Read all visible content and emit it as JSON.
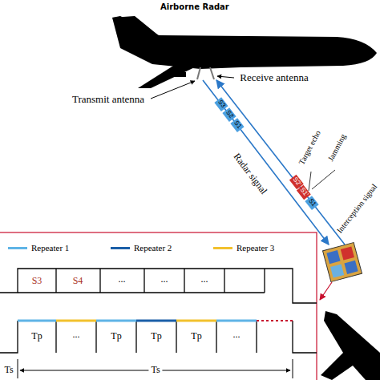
{
  "diagram": {
    "nodes": [
      {
        "text": [
          "Airborne Radar"
        ]
      },
      {
        "text": [
          "Interception signal"
        ]
      }
    ],
    "edges": [
      {
        "from": 0,
        "to": 1,
        "arrow": "to",
        "label": "Radar signal"
      },
      {
        "from": 1,
        "to": 0,
        "arrow": "to"
      }
    ],
    "labels": [
      "Receive antenna",
      "Transmit antenna",
      "S3",
      "S2",
      "S1",
      "Target echo",
      "Jamming",
      "S1",
      "S1'",
      "S2'",
      "S3",
      "S4",
      "...",
      "...",
      "...",
      "Tp",
      "...",
      "Tp",
      "Tp",
      "Tp",
      "...",
      "Ts",
      "Ts"
    ],
    "legend": [
      {
        "text": "Repeater 1",
        "color": "#5fb4e6"
      },
      {
        "text": "Repeater 2",
        "color": "#1b5fa8"
      },
      {
        "text": "Repeater 3",
        "color": "#f2c12e"
      }
    ]
  }
}
